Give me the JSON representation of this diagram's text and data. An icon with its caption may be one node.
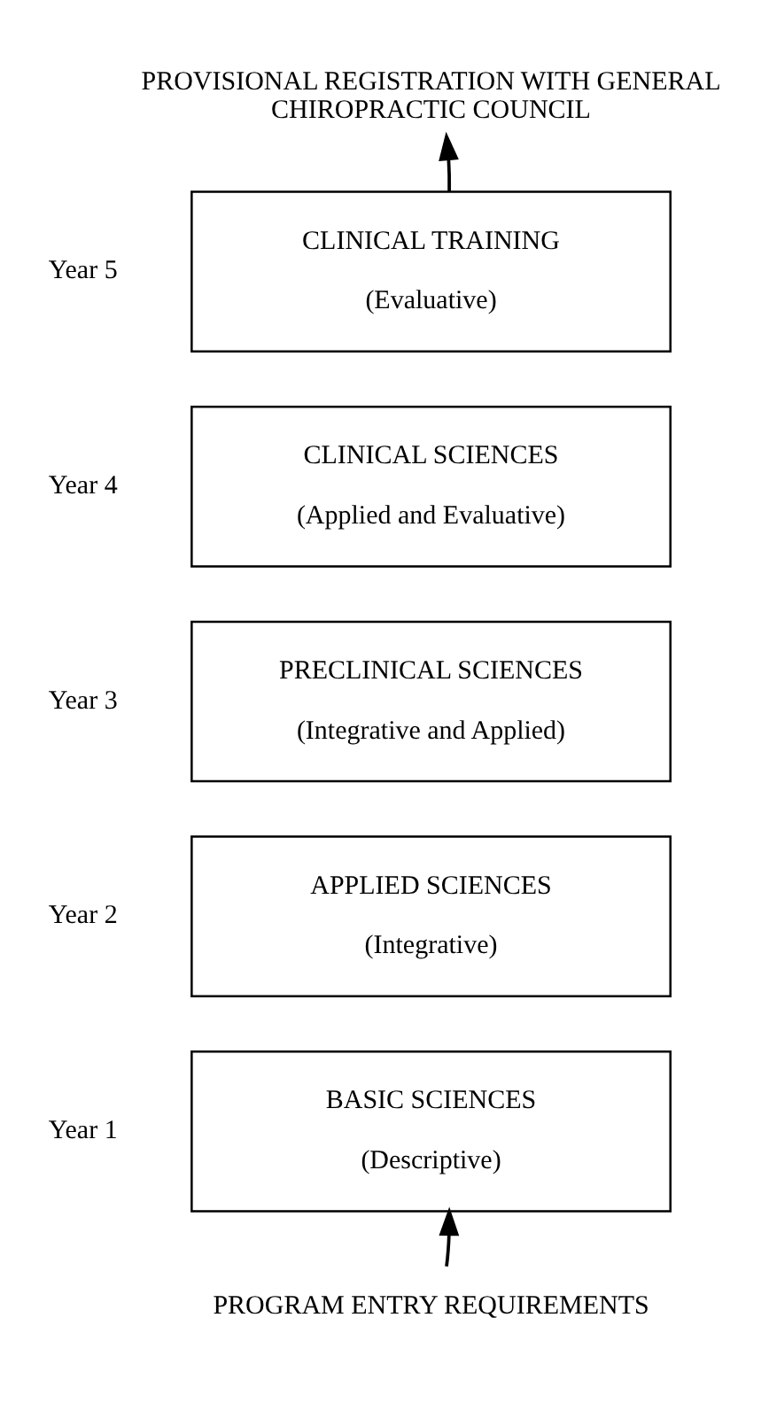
{
  "diagram": {
    "nodes": [
      {
        "text": [
          "PROVISIONAL REGISTRATION WITH GENERAL CHIROPRACTIC COUNCIL"
        ]
      },
      {
        "text": [
          "CLINICAL TRAINING",
          "(Evaluative)"
        ],
        "beside": [
          "Year 5"
        ]
      },
      {
        "text": [
          "CLINICAL SCIENCES",
          "(Applied and Evaluative)"
        ],
        "beside": [
          "Year 4"
        ]
      },
      {
        "text": [
          "PRECLINICAL SCIENCES",
          "(Integrative and Applied)"
        ],
        "beside": [
          "Year 3"
        ]
      },
      {
        "text": [
          "APPLIED SCIENCES",
          "(Integrative)"
        ],
        "beside": [
          "Year 2"
        ]
      },
      {
        "text": [
          "BASIC SCIENCES",
          "(Descriptive)"
        ],
        "beside": [
          "Year 1"
        ]
      },
      {
        "text": [
          "PROGRAM ENTRY REQUIREMENTS"
        ]
      }
    ],
    "edges": [
      {
        "from": 1,
        "to": 0,
        "arrow": "to"
      },
      {
        "from": 6,
        "to": 5,
        "arrow": "to"
      }
    ]
  }
}
